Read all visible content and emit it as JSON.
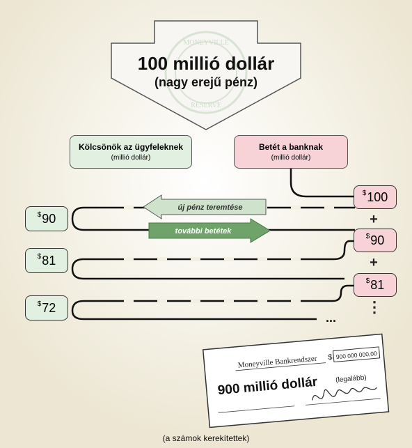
{
  "header": {
    "title": "100 millió dollár",
    "subtitle": "(nagy erejű pénz)",
    "seal_text_top": "MONEYVILLE",
    "seal_text_bottom": "RESERVE"
  },
  "columns": {
    "loans_title": "Kölcsönök az ügyfeleknek",
    "loans_unit": "(millió dollár)",
    "deposits_title": "Betét a banknak",
    "deposits_unit": "(millió dollár)"
  },
  "currency_symbol": "$",
  "deposits": [
    "100",
    "90",
    "81"
  ],
  "loans": [
    "90",
    "81",
    "72"
  ],
  "plus_sign": "+",
  "ellipsis": "...",
  "vertical_ellipsis": "⋮",
  "arrows": {
    "new_money": "új pénz teremtése",
    "more_deposits": "további betétek"
  },
  "colors": {
    "loan_fill": "#e2f0e1",
    "deposit_fill": "#f7d3d8",
    "arrow_green": "#6fa36a",
    "arrow_light": "#cfe3cc"
  },
  "check": {
    "payee": "Moneyville Bankrendszer",
    "currency": "$",
    "amount_box": "900 000 000,00",
    "amount_words": "900 millió dollár",
    "amount_note": "(legalább)"
  },
  "footnote": "(a számok kerekítettek)"
}
